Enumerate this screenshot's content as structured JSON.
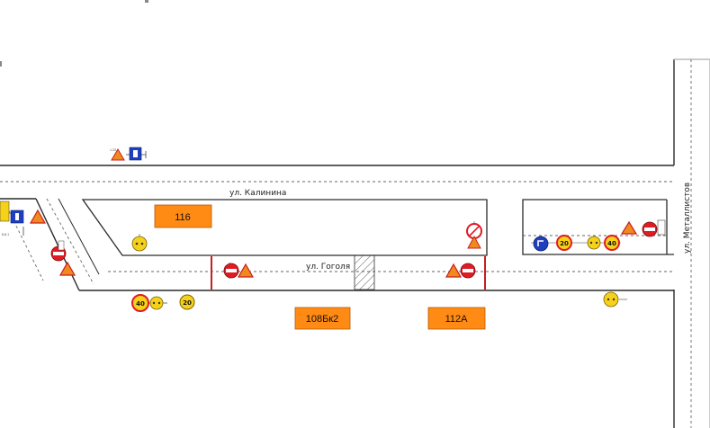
{
  "streets": {
    "kalinina": "ул. Калинина",
    "gogolya": "ул. Гоголя",
    "metallistov": "ул. Металлистов"
  },
  "buildings": {
    "b116": "116",
    "b108": "108Бк2",
    "b112": "112А"
  },
  "signs": {
    "speed_40": "40",
    "speed_20": "20"
  },
  "colors": {
    "building": "#ff8a14",
    "sign_red": "#e01b24",
    "sign_yellow": "#f5d11a",
    "sign_blue": "#1f3fbf",
    "warning_orange": "#f08a1e"
  }
}
